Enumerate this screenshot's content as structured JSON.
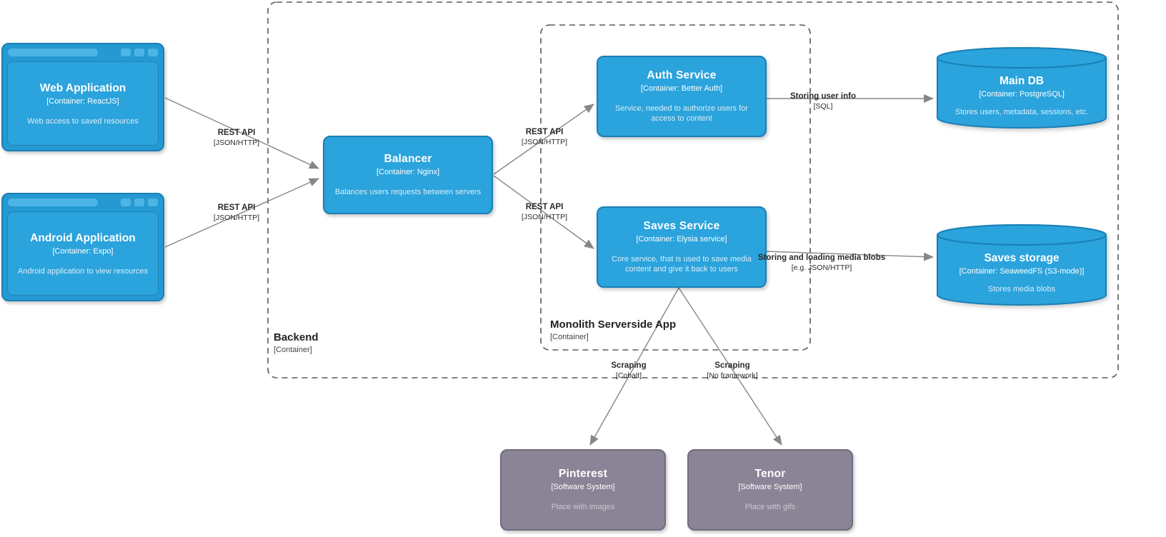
{
  "colors": {
    "container_fill": "#2ba3dc",
    "container_border": "#1a7fb5",
    "browser_frame": "#2499d2",
    "browser_light": "#4cb5e5",
    "external_fill": "#8a8496",
    "external_border": "#716b7d",
    "line": "#878787",
    "boundary": "#595959"
  },
  "boundaries": {
    "backend": {
      "name": "Backend",
      "type": "[Container]"
    },
    "monolith": {
      "name": "Monolith Serverside App",
      "type": "[Container]"
    }
  },
  "nodes": {
    "web_app": {
      "name": "Web Application",
      "type": "[Container: ReactJS]",
      "desc": "Web access to saved resources"
    },
    "android_app": {
      "name": "Android Application",
      "type": "[Container: Expo]",
      "desc": "Android application to view resources"
    },
    "balancer": {
      "name": "Balancer",
      "type": "[Container: Nginx]",
      "desc": "Balances users requests between servers"
    },
    "auth_service": {
      "name": "Auth Service",
      "type": "[Container: Better Auth]",
      "desc": "Service, needed to authorize users for access to content"
    },
    "saves_service": {
      "name": "Saves Service",
      "type": "[Container: Elysia service]",
      "desc": "Core service, that is used to save media content and give it back to users"
    },
    "main_db": {
      "name": "Main DB",
      "type": "[Container: PostgreSQL]",
      "desc": "Stores users, metadata, sessions, etc."
    },
    "saves_storage": {
      "name": "Saves storage",
      "type": "[Container: SeaweedFS (S3-mode)]",
      "desc": "Stores media blobs"
    },
    "pinterest": {
      "name": "Pinterest",
      "type": "[Software System]",
      "desc": "Place with images"
    },
    "tenor": {
      "name": "Tenor",
      "type": "[Software System]",
      "desc": "Place with gifs"
    }
  },
  "edges": [
    {
      "label": "REST API",
      "tech": "[JSON/HTTP]"
    },
    {
      "label": "REST API",
      "tech": "[JSON/HTTP]"
    },
    {
      "label": "REST API",
      "tech": "[JSON/HTTP]"
    },
    {
      "label": "REST API",
      "tech": "[JSON/HTTP]"
    },
    {
      "label": "Storing user info",
      "tech": "[SQL]"
    },
    {
      "label": "Storing and loading media blobs",
      "tech": "[e.g. JSON/HTTP]"
    },
    {
      "label": "Scraping",
      "tech": "[Cobalt]"
    },
    {
      "label": "Scraping",
      "tech": "[No framework]"
    }
  ]
}
